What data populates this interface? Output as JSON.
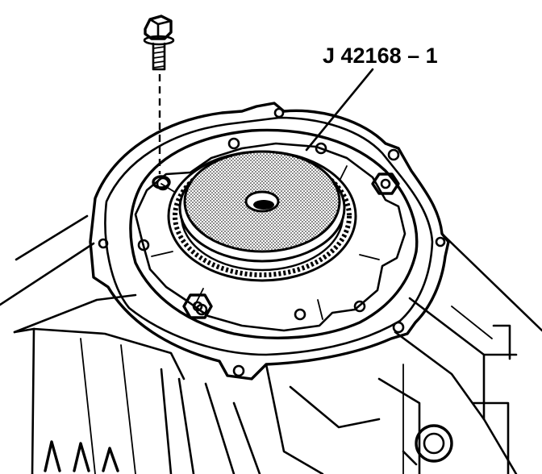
{
  "callout": {
    "label": "J 42168 – 1"
  },
  "colors": {
    "ink": "#000000",
    "paper": "#ffffff",
    "tool_face_shade": "#c8c8c8"
  },
  "parts": {
    "bolt": "hex-flange-bolt-icon",
    "seal_installer": "seal-installer-tool",
    "pump_cover": "pump-cover-plate",
    "case": "transmission-case"
  }
}
